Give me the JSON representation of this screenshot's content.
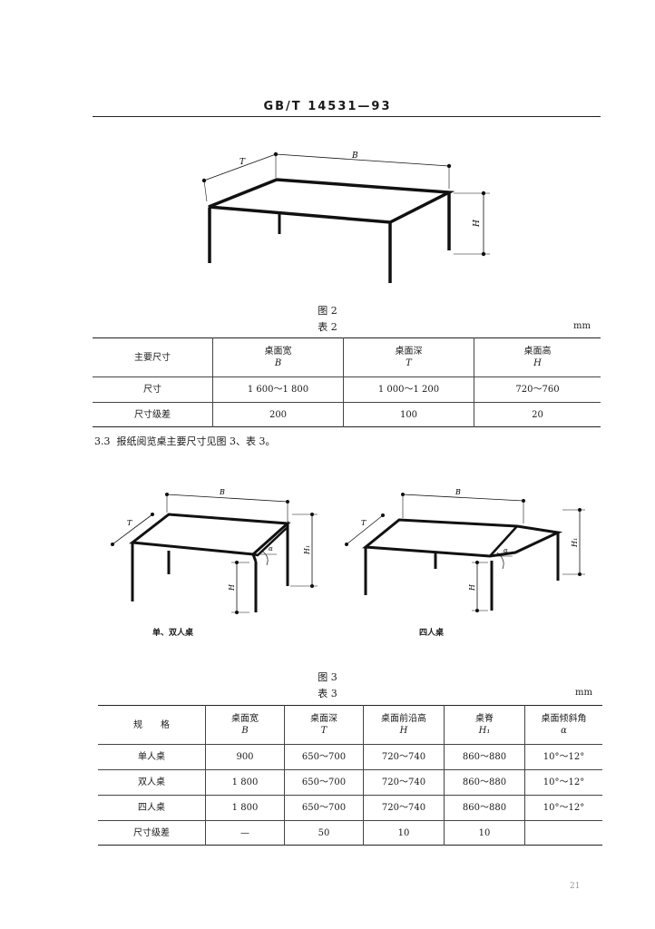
{
  "header": {
    "standard": "GB/T 14531—93"
  },
  "figure2": {
    "caption": "图 2",
    "labels": {
      "T": "T",
      "B": "B",
      "H": "H"
    }
  },
  "table2": {
    "title": "表 2",
    "unit": "mm",
    "header": {
      "main": "主要尺寸",
      "col1": "桌面宽",
      "col1_sym": "B",
      "col2": "桌面深",
      "col2_sym": "T",
      "col3": "桌面高",
      "col3_sym": "H"
    },
    "rows": [
      {
        "label": "尺寸",
        "values": [
          "1 600～1 800",
          "1 000～1 200",
          "720～760"
        ]
      },
      {
        "label": "尺寸级差",
        "values": [
          "200",
          "100",
          "20"
        ]
      }
    ]
  },
  "section_3_3": {
    "number": "3.3",
    "text": "报纸阅览桌主要尺寸见图 3、表 3。"
  },
  "figure3": {
    "caption": "图 3",
    "left_label": "单、双人桌",
    "right_label": "四人桌",
    "labels": {
      "T": "T",
      "B": "B",
      "H": "H",
      "H1": "H₁",
      "alpha": "α"
    }
  },
  "table3": {
    "title": "表 3",
    "unit": "mm",
    "header": {
      "spec": "规　　格",
      "cols": [
        {
          "name": "桌面宽",
          "sym": "B"
        },
        {
          "name": "桌面深",
          "sym": "T"
        },
        {
          "name": "桌面前沿高",
          "sym": "H"
        },
        {
          "name": "桌脊",
          "sym": "H₁"
        },
        {
          "name": "桌面倾斜角",
          "sym": "α"
        }
      ]
    },
    "rows": [
      {
        "label": "单人桌",
        "values": [
          "900",
          "650～700",
          "720～740",
          "860～880",
          "10°～12°"
        ]
      },
      {
        "label": "双人桌",
        "values": [
          "1 800",
          "650～700",
          "720～740",
          "860～880",
          "10°～12°"
        ]
      },
      {
        "label": "四人桌",
        "values": [
          "1 800",
          "650～700",
          "720～740",
          "860～880",
          "10°～12°"
        ]
      },
      {
        "label": "尺寸级差",
        "values": [
          "—",
          "50",
          "10",
          "10",
          ""
        ]
      }
    ]
  },
  "page_number": "21"
}
